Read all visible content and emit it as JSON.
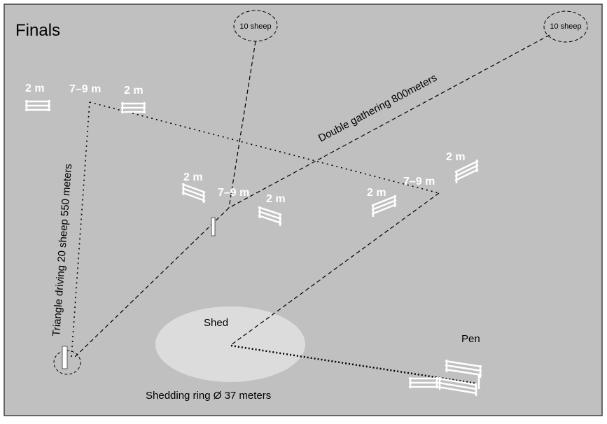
{
  "title": "Finals",
  "labels": {
    "sheep_left": "10 sheep",
    "sheep_right": "10 sheep",
    "double_gathering": "Double gathering 800meters",
    "triangle_driving": "Triangle driving 20 sheep 550 meters",
    "shed": "Shed",
    "shedding_ring": "Shedding ring Ø 37 meters",
    "pen": "Pen"
  },
  "distances": {
    "top_far_left": "2 m",
    "top_apex": "7–9 m",
    "top_gate": "2 m",
    "mid_left_gate": "2 m",
    "mid_apex": "7–9 m",
    "mid_right_gate": "2 m",
    "right_left_gate": "2 m",
    "right_apex": "7–9 m",
    "right_far_gate": "2 m"
  },
  "colors": {
    "background": "#c0c0c0",
    "border": "#404040",
    "shedding_ring": "#dcdcdc",
    "fence": "#ffffff",
    "line": "#000000"
  }
}
